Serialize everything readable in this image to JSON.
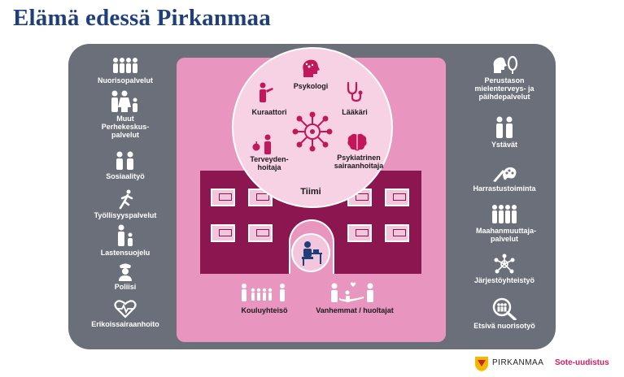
{
  "title": "Elämä edessä Pirkanmaa",
  "left_items": [
    {
      "label": "Nuorisopalvelut",
      "icon": "group-icon"
    },
    {
      "label": "Muut Perhekeskus-palvelut",
      "icon": "family-icon"
    },
    {
      "label": "Sosiaalityö",
      "icon": "people-icon"
    },
    {
      "label": "Työllisyyspalvelut",
      "icon": "running-person-icon"
    },
    {
      "label": "Lastensuojelu",
      "icon": "parent-child-icon"
    },
    {
      "label": "Poliisi",
      "icon": "police-icon"
    },
    {
      "label": "Erikoissairaanhoito",
      "icon": "heartbeat-icon"
    }
  ],
  "right_items": [
    {
      "label": "Perustason mielenterveys- ja päihdepalvelut",
      "icon": "head-mirror-icon"
    },
    {
      "label": "Ystävät",
      "icon": "friends-icon"
    },
    {
      "label": "Harrastustoiminta",
      "icon": "paint-palette-icon"
    },
    {
      "label": "Maahanmuuttaja-palvelut",
      "icon": "group-icon"
    },
    {
      "label": "Järjestöyhteistyö",
      "icon": "network-icon"
    },
    {
      "label": "Etsivä nuorisotyö",
      "icon": "search-people-icon"
    }
  ],
  "team": {
    "psykologi": "Psykologi",
    "kuraattori": "Kuraattori",
    "laakari": "Lääkäri",
    "terveydenhoitaja": "Terveyden-hoitaja",
    "psykiatrinen": "Psykiatrinen sairaanhoitaja",
    "tiimi": "Tiimi"
  },
  "bottom": {
    "kouluyhteiso": "Kouluyhteisö",
    "vanhemmat": "Vanhemmat / huoltajat"
  },
  "footer": {
    "pirkanmaa": "PIRKANMAA",
    "sote": "Sote-uudistus"
  },
  "colors": {
    "title": "#1f3f7a",
    "panel": "#6b6f7a",
    "pink": "#e895c0",
    "school": "#8b1650",
    "accent": "#c2185b",
    "sote": "#d81b60"
  }
}
